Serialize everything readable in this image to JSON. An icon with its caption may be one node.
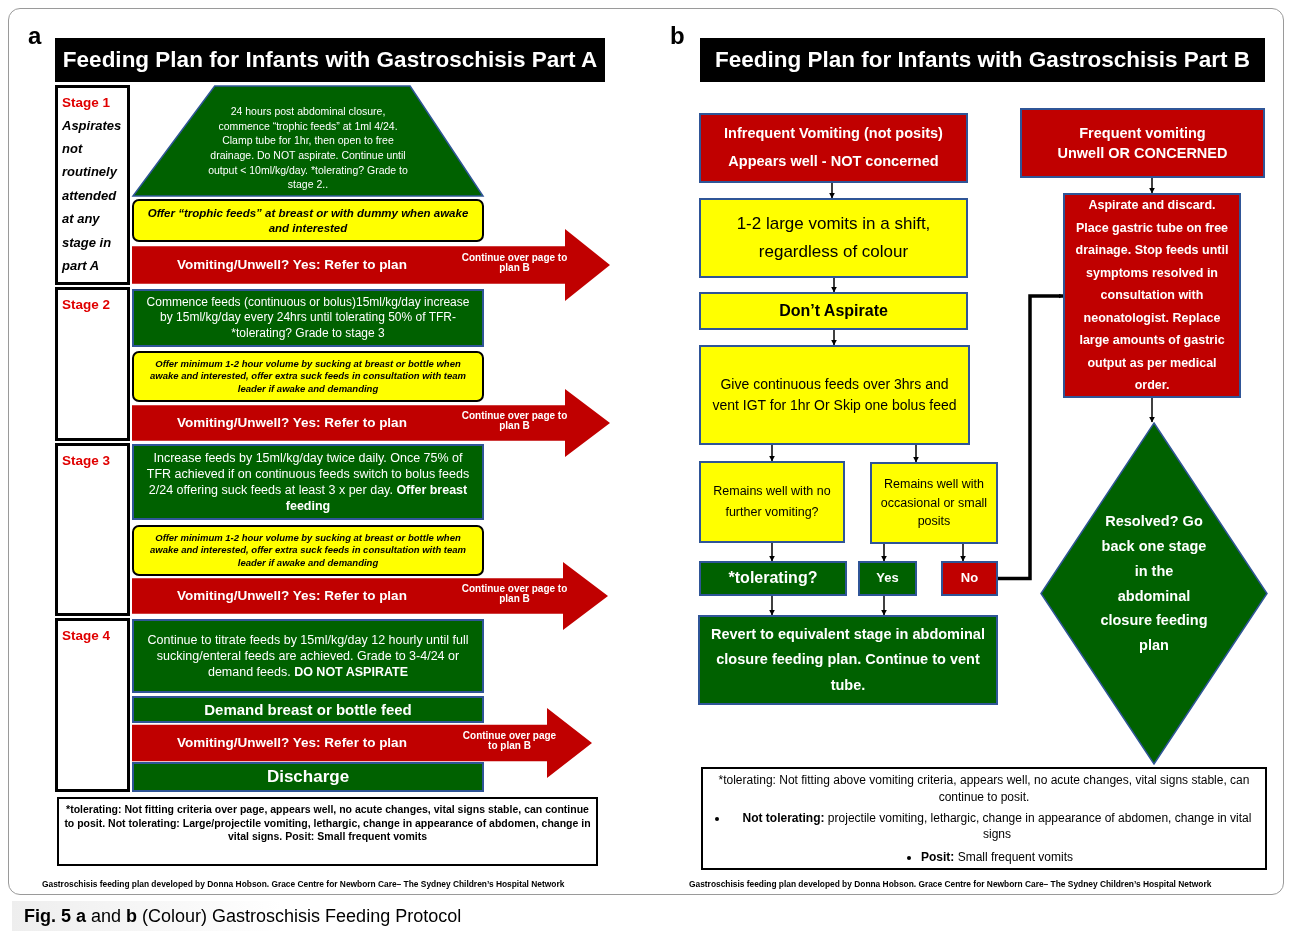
{
  "diagram": {
    "caption": "**Fig. 5 a** and **b** (Colour) Gastroschisis Feeding Protocol",
    "nodes": [
      {
        "text": [
          "Feeding Plan for Infants with Gastroschisis Part A"
        ]
      },
      {
        "text": [
          "Stage 1",
          "Aspirates not routinely attended at any stage in part A"
        ]
      },
      {
        "text": [
          "24 hours post abdominal closure, commence “trophic feeds” at 1ml 4/24. Clamp tube for 1hr, then open to free drainage. Do NOT aspirate. Continue until output < 10ml/kg/day. *tolerating? Grade to stage 2.."
        ]
      },
      {
        "text": [
          "Offer “trophic feeds” at breast or with dummy when awake and interested"
        ]
      },
      {
        "text": [
          "Vomiting/Unwell? Yes: Refer to plan",
          "Continue over page to plan B"
        ]
      },
      {
        "text": [
          "Stage 2"
        ]
      },
      {
        "text": [
          "Commence feeds (continuous or bolus)15ml/kg/day increase by 15ml/kg/day every 24hrs until tolerating 50% of TFR- *tolerating? Grade to stage 3"
        ]
      },
      {
        "text": [
          "Offer minimum 1-2 hour volume by sucking at breast or bottle when awake and interested, offer extra suck feeds in consultation with team leader if awake and demanding"
        ]
      },
      {
        "text": [
          "Vomiting/Unwell? Yes: Refer to plan",
          "Continue over page to plan B"
        ]
      },
      {
        "text": [
          "Stage 3"
        ]
      },
      {
        "text": [
          "Increase feeds by 15ml/kg/day twice daily. Once 75% of TFR achieved if on continuous feeds switch to bolus feeds 2/24 offering suck feeds at least 3 x per day. **Offer breast feeding**"
        ]
      },
      {
        "text": [
          "Offer minimum 1-2 hour volume by sucking at breast or bottle when awake and interested, offer extra suck feeds in consultation with team leader if awake and demanding"
        ]
      },
      {
        "text": [
          "Vomiting/Unwell? Yes: Refer to plan",
          "Continue over page to plan B"
        ]
      },
      {
        "text": [
          "Stage 4"
        ]
      },
      {
        "text": [
          "Continue to titrate feeds by 15ml/kg/day 12 hourly until full sucking/enteral feeds are achieved. Grade to 3-4/24 or demand feeds. **DO NOT ASPIRATE**"
        ]
      },
      {
        "text": [
          "Demand breast or bottle feed"
        ]
      },
      {
        "text": [
          "Vomiting/Unwell? Yes: Refer to plan",
          "Continue over page to plan B"
        ]
      },
      {
        "text": [
          "Discharge"
        ]
      },
      {
        "text": [
          "*tolerating: Not fitting criteria over page, appears well, no acute changes, vital signs stable, can continue to posit. Not tolerating: Large/projectile vomiting, lethargic, change in appearance of abdomen, change in vital signs. Posit: Small frequent vomits"
        ]
      },
      {
        "text": [
          "Feeding Plan for Infants with Gastroschisis Part B"
        ]
      },
      {
        "text": [
          "Infrequent Vomiting (not posits)",
          "Appears well - NOT concerned"
        ]
      },
      {
        "text": [
          "1-2 large vomits in a shift, regardless of colour"
        ]
      },
      {
        "text": [
          "Don’t Aspirate"
        ]
      },
      {
        "text": [
          "Give continuous feeds over 3hrs and vent IGT for 1hr Or Skip one bolus feed"
        ]
      },
      {
        "text": [
          "Remains well with no further vomiting?"
        ]
      },
      {
        "text": [
          "Remains well with occasional or small posits"
        ]
      },
      {
        "text": [
          "*tolerating?"
        ]
      },
      {
        "text": [
          "Yes"
        ]
      },
      {
        "text": [
          "No"
        ]
      },
      {
        "text": [
          "Revert to equivalent stage in abdominal closure feeding plan. Continue to vent tube."
        ]
      },
      {
        "text": [
          "Frequent vomiting",
          "Unwell OR CONCERNED"
        ]
      },
      {
        "text": [
          "Aspirate and discard. Place gastric tube on free drainage. Stop feeds until symptoms resolved in consultation with neonatologist. Replace large amounts of gastric output as per medical order."
        ]
      },
      {
        "text": [
          "Resolved? Go back one stage in the abdominal closure feeding plan"
        ]
      },
      {
        "text": [
          "*tolerating: Not fitting above vomiting criteria, appears well, no acute changes, vital signs stable, can continue to posit.",
          "**Not tolerating:** projectile vomiting, lethargic, change in appearance of abdomen, change in vital signs",
          "**Posit:** Small frequent vomits"
        ]
      }
    ],
    "edges": [
      {
        "from": 20,
        "to": 21,
        "arrow": "to"
      },
      {
        "from": 21,
        "to": 22,
        "arrow": "to"
      },
      {
        "from": 22,
        "to": 23,
        "arrow": "to"
      },
      {
        "from": 23,
        "to": 24,
        "arrow": "to"
      },
      {
        "from": 23,
        "to": 25,
        "arrow": "to"
      },
      {
        "from": 24,
        "to": 26,
        "arrow": "to"
      },
      {
        "from": 25,
        "to": 27,
        "arrow": "to"
      },
      {
        "from": 25,
        "to": 28,
        "arrow": "to"
      },
      {
        "from": 26,
        "to": 29,
        "arrow": "to"
      },
      {
        "from": 27,
        "to": 29,
        "arrow": "to"
      },
      {
        "from": 28,
        "to": 31,
        "arrow": "to",
        "style": "thick"
      },
      {
        "from": 30,
        "to": 31,
        "arrow": "to"
      },
      {
        "from": 31,
        "to": 32,
        "arrow": "to"
      }
    ],
    "labels": [
      "a",
      "b",
      "Gastroschisis feeding plan developed by Donna Hobson. Grace Centre for Newborn Care– The Sydney Children’s Hospital Network",
      "Gastroschisis feeding plan developed by Donna Hobson. Grace Centre for Newborn Care– The Sydney Children’s Hospital Network"
    ]
  }
}
